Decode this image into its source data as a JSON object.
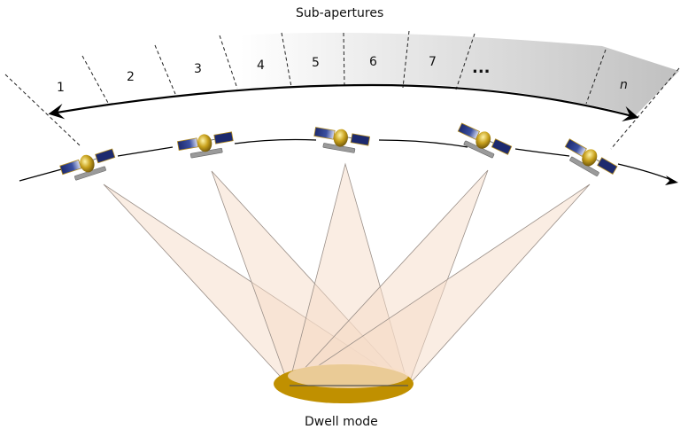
{
  "title": "Sub-apertures",
  "caption": "Dwell mode",
  "sub_apertures": [
    "1",
    "2",
    "3",
    "4",
    "5",
    "6",
    "7",
    "...",
    "n"
  ],
  "satellites": [
    {
      "name": "satellite-1"
    },
    {
      "name": "satellite-2"
    },
    {
      "name": "satellite-3"
    },
    {
      "name": "satellite-4"
    },
    {
      "name": "satellite-5"
    }
  ],
  "colors": {
    "beam_fill": "#f6dcc8",
    "beam_stroke": "#9a8f88",
    "target_area": "#c09000",
    "band_light": "#ffffff",
    "band_dark": "#c4c4c4"
  }
}
